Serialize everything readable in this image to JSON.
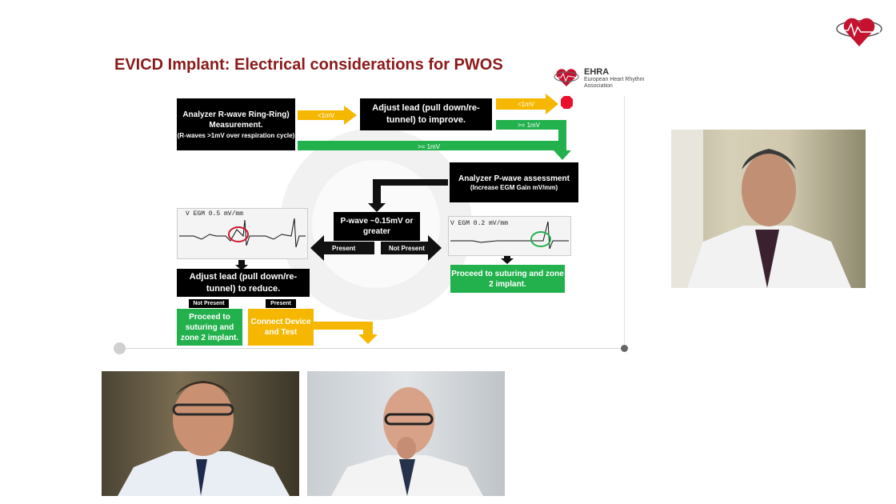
{
  "slide": {
    "title": "EVICD Implant:  Electrical considerations for PWOS",
    "ehra": {
      "name": "EHRA",
      "subtitle": "European Heart Rhythm Association"
    }
  },
  "flow": {
    "box_analyzer_r": "Analyzer R-wave Ring-Ring) Measurement.",
    "box_analyzer_r_note": "(R-waves >1mV over respiration cycle)",
    "arrow_lt1": "<1mV",
    "box_adjust_improve": "Adjust lead (pull down/re-tunnel) to improve.",
    "arrow_lt1_b": "<1mV",
    "arrow_ge1_a": ">= 1mV",
    "arrow_ge1_b": ">= 1mV",
    "box_analyzer_p": "Analyzer P-wave assessment",
    "box_analyzer_p_note": "(Increase EGM Gain mV/mm)",
    "box_pwave": "P-wave ~0.15mV or greater",
    "arrow_present": "Present",
    "arrow_not_present": "Not Present",
    "ecg_left_label": "V EGM 0.5 mV/mm",
    "ecg_right_label": "V EGM 0.2 mV/mm",
    "box_adjust_reduce": "Adjust lead (pull down/re-tunnel) to reduce.",
    "tag_not_present": "Not Present",
    "tag_present": "Present",
    "box_proceed_left": "Proceed to suturing and zone 2 implant.",
    "box_connect": "Connect Device and Test",
    "box_proceed_right": "Proceed to  suturing and zone 2 implant."
  },
  "colors": {
    "title": "#8b1a1a",
    "green": "#22b14c",
    "yellow": "#f5b700",
    "stop": "#e8102a"
  },
  "videos": {
    "speaker_main_icon": "presenter-video",
    "participant_left_icon": "participant-video",
    "participant_right_icon": "participant-video"
  }
}
